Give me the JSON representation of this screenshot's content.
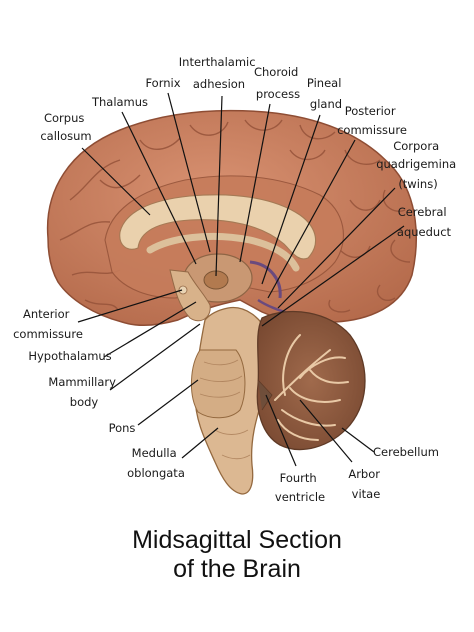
{
  "title": {
    "line1": "Midsagittal Section",
    "line2": "of the Brain"
  },
  "labels": {
    "corpus_callosum": [
      "Corpus",
      "callosum"
    ],
    "thalamus": [
      "Thalamus"
    ],
    "fornix": [
      "Fornix"
    ],
    "interthalamic_adhesion": [
      "Interthalamic",
      "adhesion"
    ],
    "choroid_process": [
      "Choroid",
      "process"
    ],
    "pineal_gland": [
      "Pineal",
      "gland"
    ],
    "posterior_commissure": [
      "Posterior",
      "commissure"
    ],
    "corpora_quadrigemina": [
      "Corpora",
      "quadrigemina",
      "(twins)"
    ],
    "cerebral_aqueduct": [
      "Cerebral",
      "aqueduct"
    ],
    "anterior_commissure": [
      "Anterior",
      "commissure"
    ],
    "hypothalamus": [
      "Hypothalamus"
    ],
    "mammillary_body": [
      "Mammillary",
      "body"
    ],
    "pons": [
      "Pons"
    ],
    "medulla_oblongata": [
      "Medulla",
      "oblongata"
    ],
    "fourth_ventricle": [
      "Fourth",
      "ventricle"
    ],
    "arbor_vitae": [
      "Arbor",
      "vitae"
    ],
    "cerebellum": [
      "Cerebellum"
    ]
  },
  "colors": {
    "cortex": "#c9805e",
    "cortex_dark": "#9a5238",
    "white_matter": "#e2c6a2",
    "brainstem": "#d9b48e",
    "cerebellum": "#8f5a3e",
    "ventricle": "#6a4a7e"
  }
}
